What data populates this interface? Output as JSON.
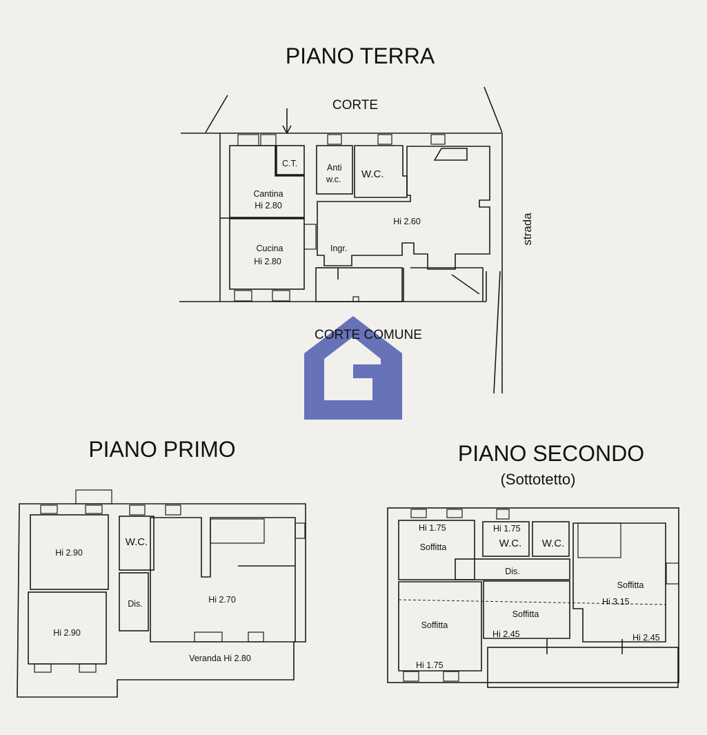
{
  "watermark": {
    "name": "house-logo-watermark",
    "color": "#4f5db0"
  },
  "piano_terra": {
    "title": "PIANO TERRA",
    "corte": "CORTE",
    "corte_comune": "CORTE COMUNE",
    "strada": "strada",
    "ct": "C.T.",
    "cantina": "Cantina",
    "cantina_h": "Hi 2.80",
    "cucina": "Cucina",
    "cucina_h": "Hi 2.80",
    "anti": "Anti",
    "anti2": "w.c.",
    "wc": "W.C.",
    "soggiorno_h": "Hi 2.60",
    "ingr": "Ingr."
  },
  "piano_primo": {
    "title": "PIANO PRIMO",
    "room1_h": "Hi 2.90",
    "room2_h": "Hi 2.90",
    "wc": "W.C.",
    "dis": "Dis.",
    "main_h": "Hi 2.70",
    "veranda": "Veranda  Hi 2.80"
  },
  "piano_secondo": {
    "title": "PIANO SECONDO",
    "subtitle": "(Sottotetto)",
    "s1_h": "Hi 1.75",
    "s1": "Soffitta",
    "wc1_h": "Hi 1.75",
    "wc1": "W.C.",
    "wc2": "W.C.",
    "dis": "Dis.",
    "s2": "Soffitta",
    "s2_h": "Hi 1.75",
    "s3": "Soffitta",
    "s3_h": "Hi 2.45",
    "s4": "Soffitta",
    "s4_h_top": "Hi 3.15",
    "s4_h": "Hi 2.45"
  }
}
